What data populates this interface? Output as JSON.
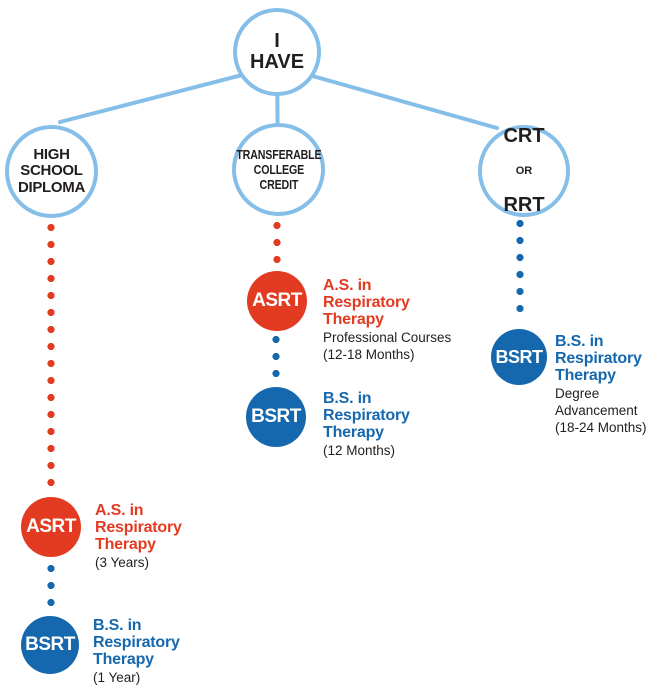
{
  "colors": {
    "red": "#e23b22",
    "blue": "#1668ae",
    "lightblue": "#85bee8",
    "text": "#221e1f"
  },
  "root": {
    "label": "I\nHAVE"
  },
  "branches": {
    "left": {
      "source_label": "HIGH\nSCHOOL\nDIPLOMA",
      "steps": [
        {
          "badge": "ASRT",
          "heading": "A.S. in\nRespiratory\nTherapy",
          "detail": "(3 Years)"
        },
        {
          "badge": "BSRT",
          "heading": "B.S. in\nRespiratory\nTherapy",
          "detail": "(1 Year)"
        }
      ]
    },
    "middle": {
      "source_label": "TRANSFERABLE\nCOLLEGE\nCREDIT",
      "steps": [
        {
          "badge": "ASRT",
          "heading": "A.S. in\nRespiratory\nTherapy",
          "detail": "Professional Courses\n(12-18 Months)"
        },
        {
          "badge": "BSRT",
          "heading": "B.S. in\nRespiratory\nTherapy",
          "detail": "(12 Months)"
        }
      ]
    },
    "right": {
      "source_label_lines": [
        "CRT",
        "OR",
        "RRT"
      ],
      "steps": [
        {
          "badge": "BSRT",
          "heading": "B.S. in\nRespiratory\nTherapy",
          "detail": "Degree\nAdvancement\n(18-24 Months)"
        }
      ]
    }
  }
}
